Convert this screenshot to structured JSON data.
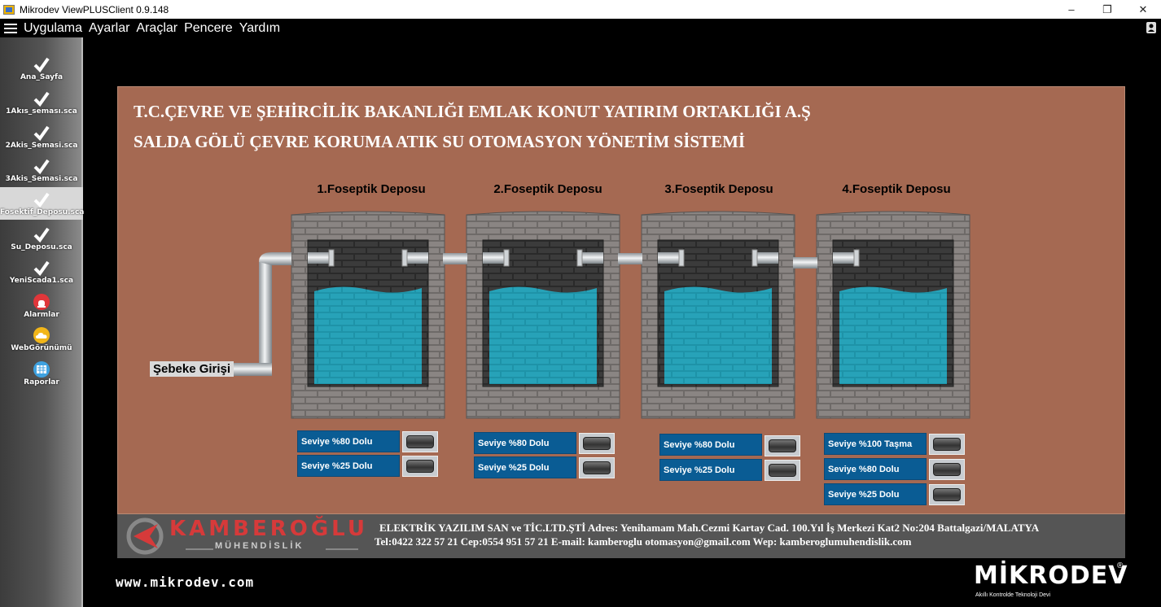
{
  "window": {
    "title": "Mikrodev ViewPLUSClient 0.9.148",
    "controls": [
      "–",
      "❐",
      "✕"
    ]
  },
  "menu": {
    "items": [
      "Uygulama",
      "Ayarlar",
      "Araçlar",
      "Pencere",
      "Yardım"
    ]
  },
  "sidebar": {
    "items": [
      {
        "label": "Ana_Sayfa",
        "icon": "check-icon"
      },
      {
        "label": "1Akıs_seması.sca",
        "icon": "check-icon"
      },
      {
        "label": "2Akis_Semasi.sca",
        "icon": "check-icon"
      },
      {
        "label": "3Akis_Semasi.sca",
        "icon": "check-icon"
      },
      {
        "label": "Fosektif_Deposu.sca",
        "icon": "check-icon",
        "active": true
      },
      {
        "label": "Su_Deposu.sca",
        "icon": "check-icon"
      },
      {
        "label": "YeniScada1.sca",
        "icon": "check-icon"
      },
      {
        "label": "Alarmlar",
        "icon": "alarm-icon"
      },
      {
        "label": "WebGörünümü",
        "icon": "cloud-icon"
      },
      {
        "label": "Raporlar",
        "icon": "report-icon"
      }
    ]
  },
  "header": {
    "line1": "T.C.ÇEVRE VE ŞEHİRCİLİK BAKANLIĞI  EMLAK KONUT YATIRIM ORTAKLIĞI A.Ş",
    "line2": "SALDA GÖLÜ ÇEVRE KORUMA ATIK SU OTOMASYON YÖNETİM SİSTEMİ"
  },
  "inlet_label": "Şebeke Girişi",
  "tanks": [
    {
      "title": "1.Foseptik Deposu",
      "levels": [
        "Seviye %80 Dolu",
        "Seviye %25 Dolu"
      ]
    },
    {
      "title": "2.Foseptik Deposu",
      "levels": [
        "Seviye %80 Dolu",
        "Seviye %25 Dolu"
      ]
    },
    {
      "title": "3.Foseptik Deposu",
      "levels": [
        "Seviye %80 Dolu",
        "Seviye %25 Dolu"
      ]
    },
    {
      "title": "4.Foseptik Deposu",
      "levels": [
        "Seviye %100 Taşma",
        "Seviye %80 Dolu",
        "Seviye %25 Dolu"
      ]
    }
  ],
  "footer": {
    "logo_name": "KAMBEROĞLU",
    "logo_sub": "MÜHENDİSLİK",
    "company": "ELEKTRİK YAZILIM SAN ve TİC.LTD.ŞTİ Adres: Yenihamam Mah.Cezmi Kartay Cad. 100.Yıl İş Merkezi Kat2 No:204 Battalgazi/MALATYA",
    "contact": "Tel:0422 322 57 21 Cep:0554 951 57 21 E-mail: kamberoglu otomasyon@gmail.com Wep: kamberoglumuhendislik.com"
  },
  "website": "www.mikrodev.com",
  "brand": {
    "name": "MİKRODEV",
    "reg": "®",
    "slogan": "Akıllı Kontrolde Teknoloji Devi"
  },
  "colors": {
    "panel_bg": "#a56952",
    "water": "#1f8fa6",
    "label_bg": "#0a5c94"
  }
}
